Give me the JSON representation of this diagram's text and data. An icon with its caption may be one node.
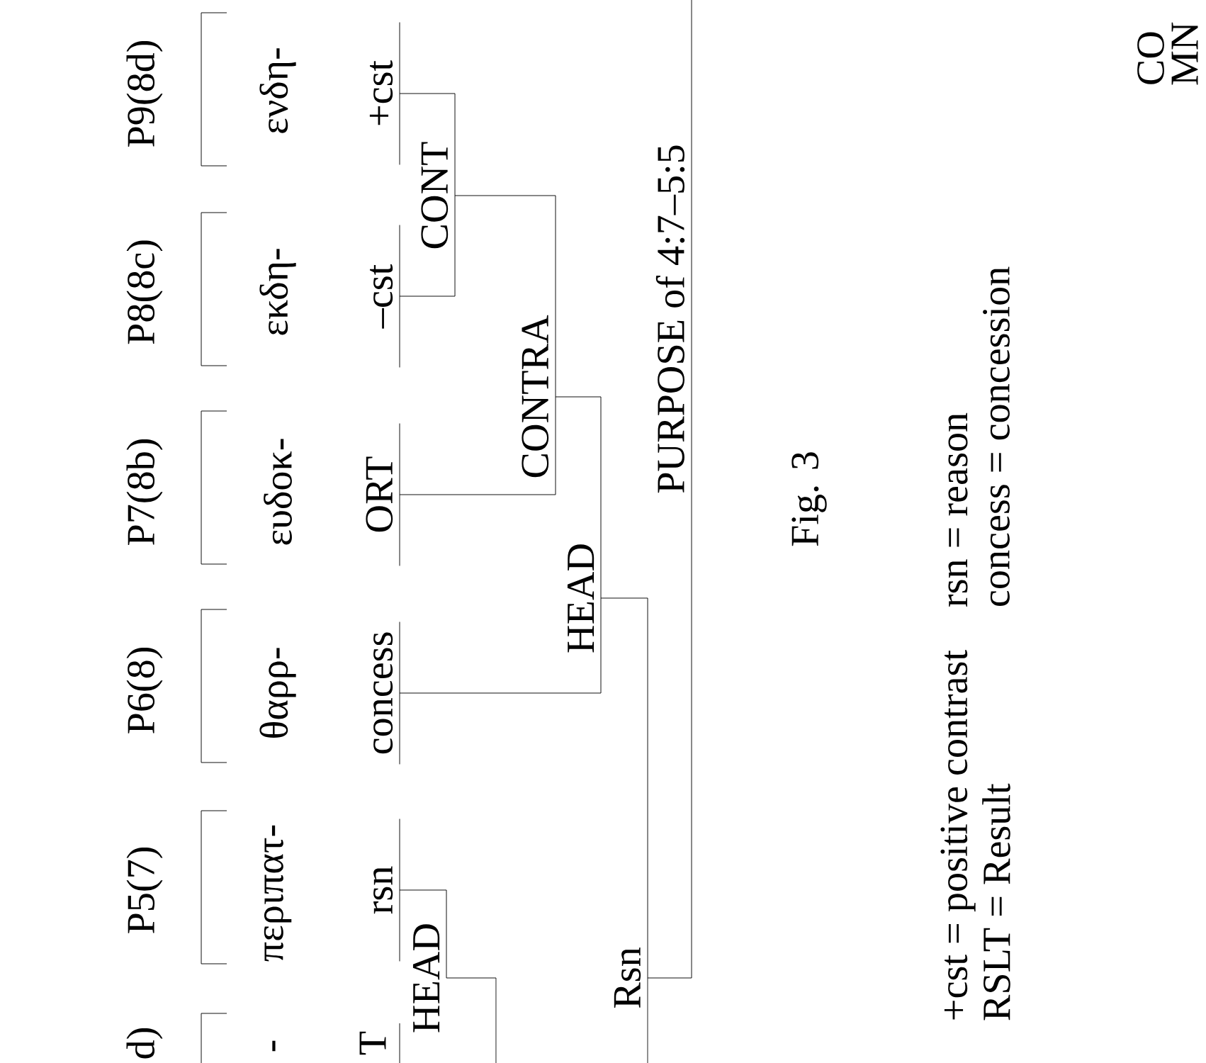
{
  "diagram": {
    "caption": "Fig. 3",
    "nodes": [
      {
        "text": [
          "+cst"
        ]
      },
      {
        "text": [
          "–cst"
        ]
      },
      {
        "text": [
          "ORT"
        ]
      },
      {
        "text": [
          "concess"
        ]
      },
      {
        "text": [
          "rsn"
        ]
      },
      {
        "text": [
          "CONT"
        ]
      },
      {
        "text": [
          "CONTRA"
        ]
      },
      {
        "text": [
          "HEAD"
        ]
      },
      {
        "text": [
          "HEAD"
        ]
      },
      {
        "text": [
          "Rsn"
        ]
      },
      {
        "text": [
          "PURPOSE of 4:7–5:5"
        ]
      }
    ],
    "edges": [
      {
        "from": 0,
        "to": 5,
        "arrow": "none"
      },
      {
        "from": 1,
        "to": 5,
        "arrow": "none"
      },
      {
        "from": 5,
        "to": 6,
        "arrow": "none"
      },
      {
        "from": 2,
        "to": 6,
        "arrow": "none"
      },
      {
        "from": 6,
        "to": 7,
        "arrow": "none"
      },
      {
        "from": 3,
        "to": 7,
        "arrow": "none"
      },
      {
        "from": 4,
        "to": 8,
        "arrow": "none"
      },
      {
        "from": 8,
        "to": null,
        "arrow": "none"
      },
      {
        "from": null,
        "to": 9,
        "arrow": "none"
      },
      {
        "from": 7,
        "to": 9,
        "arrow": "none"
      },
      {
        "from": 9,
        "to": 10,
        "arrow": "none"
      },
      {
        "from": null,
        "to": 10,
        "arrow": "none"
      }
    ],
    "labels": [
      "P9(8d)",
      "P8(8c)",
      "P7(8b)",
      "P6(8)",
      "P5(7)",
      "d)",
      "ενδη-",
      "εκδη-",
      "ευδοκ-",
      "θαρρ-",
      "περιπατ-",
      "-",
      "T",
      "+cst = positive contrast",
      "RSLT = Result",
      "rsn = reason",
      "concess = concession",
      "CO",
      "MN"
    ]
  }
}
